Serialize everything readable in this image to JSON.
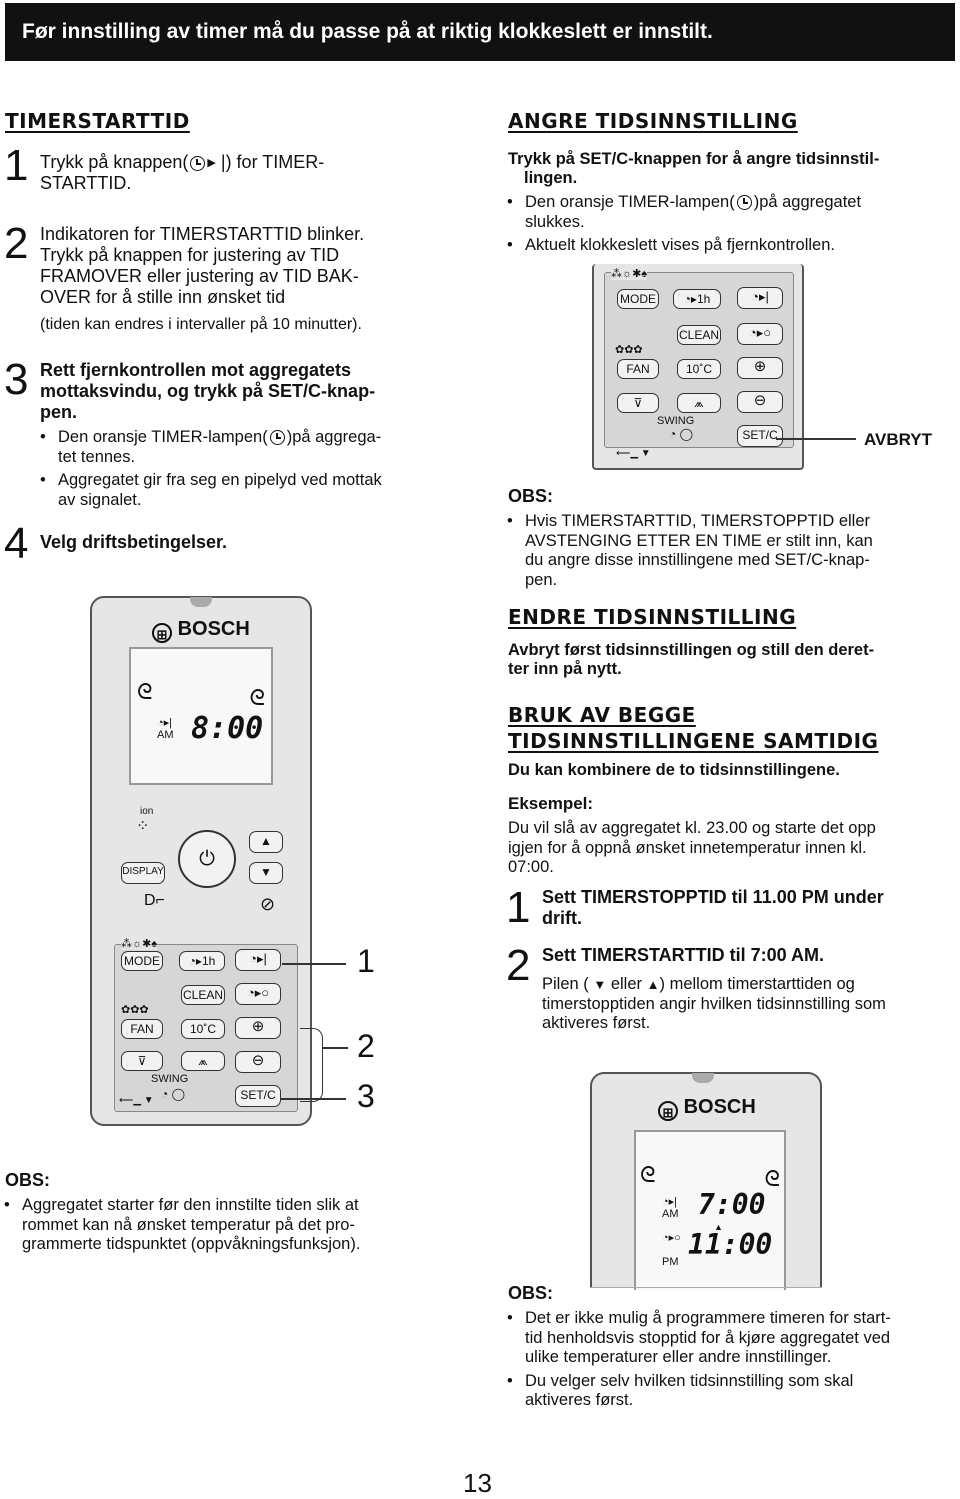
{
  "banner": "Før innstilling av timer må du passe på at riktig klokkeslett er innstilt.",
  "left": {
    "heading": "TIMERSTARTTID",
    "step1": {
      "num": "1",
      "text_a": "Trykk på knappen(",
      "text_b": ") for TIMER-",
      "text_c": "STARTTID."
    },
    "step2": {
      "num": "2",
      "line1": "Indikatoren for TIMERSTARTTID blinker.",
      "line2": "Trykk på knappen for justering av TID",
      "line3": "FRAMOVER eller justering av TID BAK-",
      "line4": "OVER for å stille inn ønsket tid",
      "note": "(tiden kan endres i intervaller på 10 minutter)."
    },
    "step3": {
      "num": "3",
      "line1": "Rett fjernkontrollen mot aggregatets",
      "line2": "mottaksvindu, og trykk på SET/C-knap-",
      "line3": "pen.",
      "bullet1_a": "Den oransje TIMER-lampen(",
      "bullet1_b": ")på aggrega-",
      "bullet1_c": "tet tennes.",
      "bullet2_a": "Aggregatet gir fra seg en pipelyd ved mottak",
      "bullet2_b": "av signalet."
    },
    "step4": {
      "num": "4",
      "text": "Velg driftsbetingelser."
    },
    "obs_title": "OBS:",
    "obs_a": "Aggregatet starter før den innstilte tiden slik at",
    "obs_b": "rommet kan nå ønsket temperatur på det pro-",
    "obs_c": "grammerte tidspunktet (oppvåkningsfunksjon)."
  },
  "remote_main": {
    "brand": "BOSCH",
    "display_mode": "AM",
    "display_time": "8:00",
    "ion": "ion",
    "display_btn": "DISPLAY",
    "mode": "MODE",
    "one_h": "1h",
    "clean": "CLEAN",
    "fan": "FAN",
    "ten_c": "10˚C",
    "swing": "SWING",
    "setc": "SET/C",
    "callouts": [
      "1",
      "2",
      "3"
    ]
  },
  "right": {
    "heading1": "ANGRE TIDSINNSTILLING",
    "angre_bold_a": "Trykk på SET/C-knappen for å angre tidsinnstil-",
    "angre_bold_b": "lingen.",
    "angre_b1_a": "Den oransje TIMER-lampen(",
    "angre_b1_b": ")på aggregatet",
    "angre_b1_c": "slukkes.",
    "angre_b2": "Aktuelt klokkeslett vises på fjernkontrollen.",
    "avbryt": "AVBRYT",
    "obs_title": "OBS:",
    "obs1_a": "Hvis TIMERSTARTTID, TIMERSTOPPTID eller",
    "obs1_b": "AVSTENGING ETTER EN TIME er stilt inn, kan",
    "obs1_c": "du angre disse innstillingene med SET/C-knap-",
    "obs1_d": "pen.",
    "heading2": "ENDRE TIDSINNSTILLING",
    "endre_a": "Avbryt først tidsinnstillingen og still den deret-",
    "endre_b": "ter inn på nytt.",
    "heading3a": "BRUK AV BEGGE",
    "heading3b": "TIDSINNSTILLINGENE SAMTIDIG",
    "bruk_bold": "Du kan kombinere de to tidsinnstillingene.",
    "eksempel": "Eksempel:",
    "eks_a": "Du vil slå av aggregatet kl. 23.00 og starte det opp",
    "eks_b": "igjen for å oppnå ønsket innetemperatur innen kl.",
    "eks_c": "07:00.",
    "s1_num": "1",
    "s1_a": "Sett TIMERSTOPPTID til 11.00 PM under",
    "s1_b": "drift.",
    "s2_num": "2",
    "s2_bold": "Sett TIMERSTARTTID til 7:00 AM.",
    "s2_a1": "Pilen (",
    "s2_a2": "eller",
    "s2_a3": ") mellom timerstarttiden og",
    "s2_b": "timerstopptiden angir hvilken tidsinnstilling som",
    "s2_c": "aktiveres først.",
    "obs2_title": "OBS:",
    "obs2_1a": "Det er ikke mulig å programmere timeren for start-",
    "obs2_1b": "tid henholdsvis stopptid for å kjøre aggregatet ved",
    "obs2_1c": "ulike temperaturer eller andre innstillinger.",
    "obs2_2a": "Du velger selv hvilken tidsinnstilling som skal",
    "obs2_2b": "aktiveres først."
  },
  "remote_right": {
    "brand": "BOSCH",
    "am": "AM",
    "time1": "7:00",
    "pm": "PM",
    "time2": "11:00"
  },
  "page_number": "13"
}
